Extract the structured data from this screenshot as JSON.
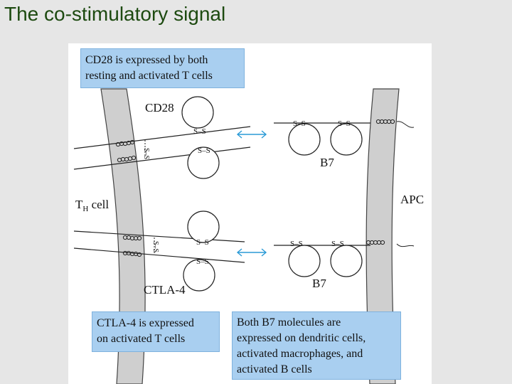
{
  "slide": {
    "title": "The co-stimulatory signal"
  },
  "diagram": {
    "cd28_label": "CD28",
    "ctla4_label": "CTLA-4",
    "b7_label": "B7",
    "th_cell_main": "T",
    "th_cell_sub": "H",
    "th_cell_suffix": " cell",
    "apc_label": "APC",
    "ss": "S–S",
    "ss_vertical": "S–S"
  },
  "callouts": {
    "cd28": [
      "CD28 is expressed by both",
      "resting and activated T cells"
    ],
    "ctla4": [
      "CTLA-4 is expressed",
      "on activated T cells"
    ],
    "b7": [
      "Both B7 molecules are",
      "expressed on dendritic cells,",
      "activated macrophages, and",
      "activated B cells"
    ]
  },
  "colors": {
    "title": "#1d4a10",
    "callout_bg": "#a9cff0",
    "arrow": "#2a9ad6",
    "membrane": "#cfcfcf"
  }
}
